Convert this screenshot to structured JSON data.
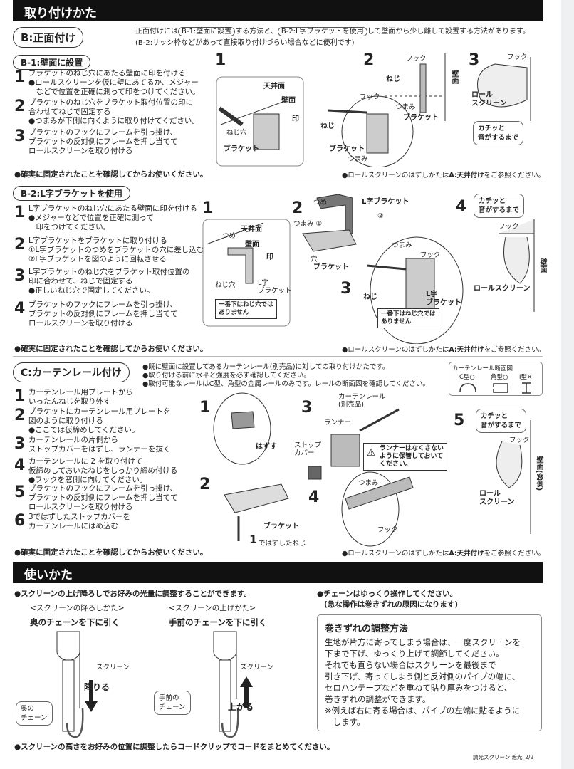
{
  "header": {
    "title": "取り付けかた"
  },
  "b": {
    "title": "B:正面付け",
    "intro_a": "正面付けには",
    "intro_b1": "B-1:壁面に設置",
    "intro_c": "する方法と、",
    "intro_b2": "B-2:L字ブラケットを使用",
    "intro_d": "して壁面から少し離して設置する方法があります。",
    "intro2": "(B-2:サッシ枠などがあって直接取り付けづらい場合などに便利です)"
  },
  "b1": {
    "title": "B-1:壁面に設置",
    "steps": [
      {
        "n": "1",
        "lines": [
          "ブラケットのねじ穴にあたる壁面に印を付ける",
          "●ロールスクリーンを仮に壁にあてるか、メジャー",
          "　などで位置を正確に測って印をつけてください。"
        ]
      },
      {
        "n": "2",
        "lines": [
          "ブラケットのねじ穴をブラケット取付位置の印に",
          "合わせてねじで固定する",
          "●つまみが下側に向くように取り付けてください。"
        ]
      },
      {
        "n": "3",
        "lines": [
          "ブラケットのフックにフレームを引っ掛け、",
          "ブラケットの反対側にフレームを押し当てて",
          "ロールスクリーンを取り付ける"
        ]
      }
    ],
    "fig": {
      "n1": "1",
      "n2": "2",
      "n3": "3",
      "ceiling": "天井面",
      "wall": "壁面",
      "mark": "印",
      "screw_hole": "ねじ穴",
      "bracket": "ブラケット",
      "hook": "フック",
      "screw": "ねじ",
      "knob": "つまみ",
      "wall_v": "壁面",
      "roll_screen": "ロール\nスクリーン",
      "click": "カチッと\n音がするまで"
    },
    "note": "●確実に固定されたことを確認してからお使いください。",
    "note_right_a": "●ロールスクリーンのはずしかたは",
    "note_right_b": "A:天井付け",
    "note_right_c": "をご参照ください。"
  },
  "b2": {
    "title": "B-2:L字ブラケットを使用",
    "steps": [
      {
        "n": "1",
        "lines": [
          "L字ブラケットのねじ穴にあたる壁面に印を付ける",
          "●メジャーなどで位置を正確に測って",
          "　印をつけてください。"
        ]
      },
      {
        "n": "2",
        "lines": [
          "L字ブラケットをブラケットに取り付ける",
          "①L字ブラケットのつめをブラケットの穴に差し込む",
          "②L字ブラケットを図のように回転させる"
        ]
      },
      {
        "n": "3",
        "lines": [
          "L字ブラケットのねじ穴をブラケット取付位置の",
          "印に合わせて、ねじで固定する",
          "●正しいねじ穴で固定してください。"
        ]
      },
      {
        "n": "4",
        "lines": [
          "ブラケットのフックにフレームを引っ掛け、",
          "ブラケットの反対側にフレームを押し当てて",
          "ロールスクリーンを取り付ける"
        ]
      }
    ],
    "fig": {
      "n1": "1",
      "n2": "2",
      "n3": "3",
      "n4": "4",
      "ceiling": "天井面",
      "claw": "つめ",
      "wall": "壁面",
      "mark": "印",
      "screw_hole": "ねじ穴",
      "l_bracket": "L字\nブラケット",
      "l_bracket_title": "L字ブラケット",
      "knob1": "つまみ ①",
      "circ2": "②",
      "hole": "穴",
      "bracket": "ブラケット",
      "knob": "つまみ",
      "hook": "フック",
      "screw": "ねじ",
      "warning": "一番下はねじ穴では\nありません",
      "click": "カチッと\n音がするまで",
      "wall_v": "壁面",
      "roll_screen": "ロールスクリーン"
    },
    "note": "●確実に固定されたことを確認してからお使いください。",
    "note_right_a": "●ロールスクリーンのはずしかたは",
    "note_right_b": "A:天井付け",
    "note_right_c": "をご参照ください。"
  },
  "c": {
    "title": "C:カーテンレール付け",
    "intro": [
      "●既に壁面に設置してあるカーテンレール(別売品)に対しての取り付けかたです。",
      "●取り付ける前に水平と強度を必ず確認してください。",
      "●取付可能なレールはC型、角型の金属レールのみです。レールの断面図を確認してください。"
    ],
    "rail": {
      "title": "カーテンレール断面図",
      "c": "C型○",
      "square": "角型○",
      "i": "I型×"
    },
    "steps": [
      {
        "n": "1",
        "lines": [
          "カーテンレール用プレートから",
          "いったんねじを取り外す"
        ]
      },
      {
        "n": "2",
        "lines": [
          "ブラケットにカーテンレール用プレートを",
          "図のように取り付ける",
          "●ここでは仮締めしてください。"
        ]
      },
      {
        "n": "3",
        "lines": [
          "カーテンレールの片側から",
          "ストップカバーをはずし、ランナーを抜く"
        ]
      },
      {
        "n": "4",
        "lines": [
          "カーテンレールに 2 を取り付けて",
          "仮締めしておいたねじをしっかり締め付ける",
          "●フックを窓側に向けてください。"
        ]
      },
      {
        "n": "5",
        "lines": [
          "ブラケットのフックにフレームを引っ掛け、",
          "ブラケットの反対側にフレームを押し当てて",
          "ロールスクリーンを取り付ける"
        ]
      },
      {
        "n": "6",
        "lines": [
          "3ではずしたストップカバーを",
          "カーテンレールにはめ込む"
        ]
      }
    ],
    "fig": {
      "n1": "1",
      "n2": "2",
      "n3": "3",
      "n4": "4",
      "n5": "5",
      "remove": "はずす",
      "bracket": "ブラケット",
      "removed_screw_n": "1",
      "removed_screw": "ではずしたねじ",
      "rail": "カーテンレール\n(別売品)",
      "runner": "ランナー",
      "stop_cover": "ストップ\nカバー",
      "warning": "ランナーはなくさない\nように保管しておいて\nください。",
      "knob": "つまみ",
      "hook": "フック",
      "click": "カチッと\n音がするまで",
      "wall_window": "壁面(窓側)",
      "roll_screen": "ロール\nスクリーン"
    },
    "note": "●確実に固定されたことを確認してからお使いください。",
    "note_right_a": "●ロールスクリーンのはずしかたは",
    "note_right_b": "A:天井付け",
    "note_right_c": "をご参照ください。"
  },
  "usage": {
    "title": "使いかた",
    "lead": "●スクリーンの上げ降ろしでお好みの光量に調整することができます。",
    "lower_title": "<スクリーンの降ろしかた>",
    "lower_action": "奥のチェーンを下に引く",
    "raise_title": "<スクリーンの上げかた>",
    "raise_action": "手前のチェーンを下に引く",
    "screen": "スクリーン",
    "goes_down": "降りる",
    "goes_up": "上がる",
    "back_chain": "奥の\nチェーン",
    "front_chain": "手前の\nチェーン",
    "chain_note": "●チェーンはゆっくり操作してください。",
    "chain_note2": "(急な操作は巻きずれの原因になります)",
    "adjust_title": "巻きずれの調整方法",
    "adjust_lines": [
      "生地が片方に寄ってしまう場合は、一度スクリーンを",
      "下まで下げ、ゆっくり上げて調節してください。",
      "それでも直らない場合はスクリーンを最後まで",
      "引き下げ、寄ってしまう側と反対側のパイプの端に、",
      "セロハンテープなどを重ねて貼り厚みをつけると、",
      "巻きずれの調整ができます。",
      "※例えば右に寄る場合は、パイプの左端に貼るように",
      "　します。"
    ],
    "bottom": "●スクリーンの高さをお好みの位置に調整したらコードクリップでコードをまとめてください。"
  },
  "footer": {
    "doc": "調光スクリーン 遮光_2/2"
  }
}
